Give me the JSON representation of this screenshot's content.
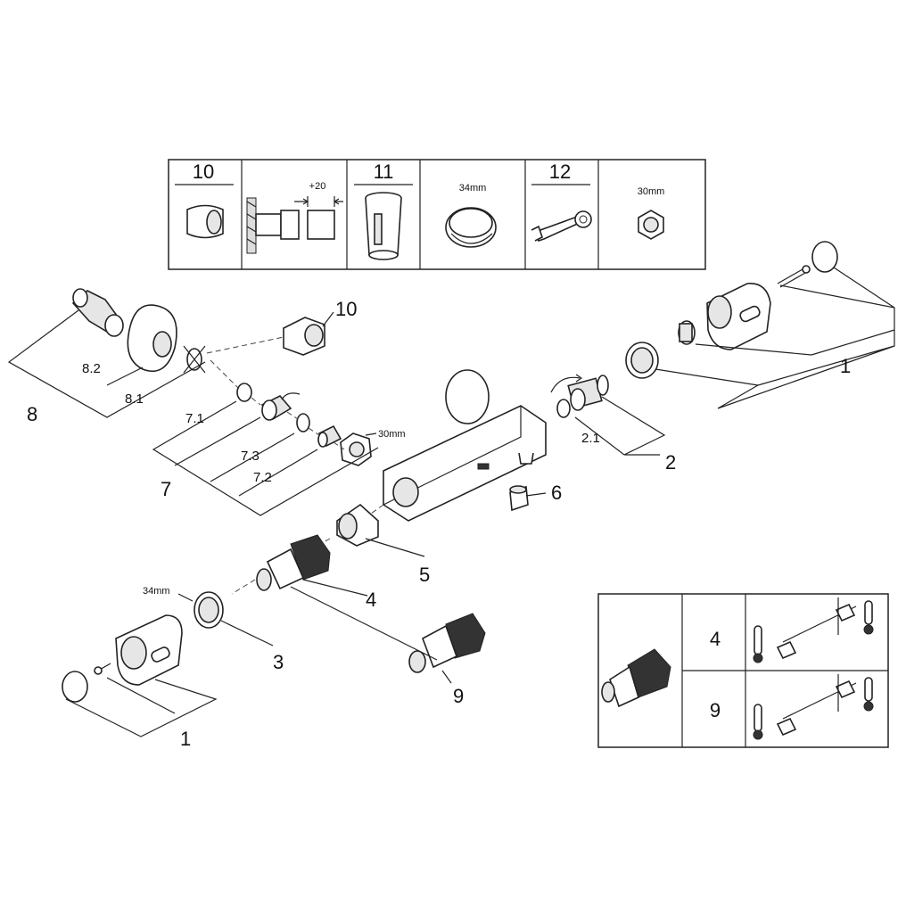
{
  "tools_table": {
    "cells": [
      {
        "number": "10",
        "dim": ""
      },
      {
        "number": "",
        "dim": "+20"
      },
      {
        "number": "11",
        "dim": ""
      },
      {
        "number": "",
        "dim": "34mm"
      },
      {
        "number": "12",
        "dim": ""
      },
      {
        "number": "",
        "dim": "30mm"
      }
    ]
  },
  "callouts": {
    "c1_top": "1",
    "c2": "2",
    "c2_1": "2.1",
    "c3": "3",
    "c4": "4",
    "c5": "5",
    "c6": "6",
    "c7": "7",
    "c7_1": "7.1",
    "c7_2": "7.2",
    "c7_3": "7.3",
    "c8": "8",
    "c8_1": "8.1",
    "c8_2": "8.2",
    "c9": "9",
    "c10": "10",
    "c1_bottom": "1",
    "dim_30mm": "30mm",
    "dim_34mm": "34mm"
  },
  "legend_table": {
    "rows": [
      {
        "label": "4"
      },
      {
        "label": "9"
      }
    ]
  }
}
